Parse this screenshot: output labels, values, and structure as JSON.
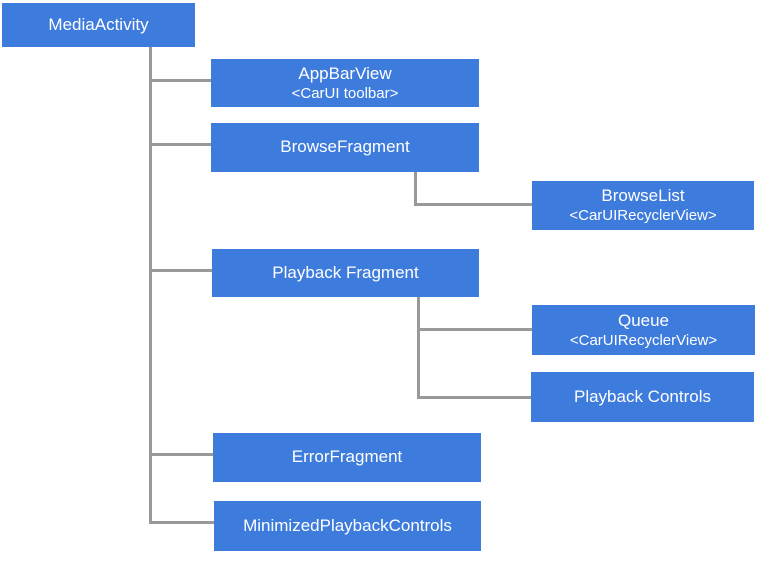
{
  "diagram": {
    "colors": {
      "node_fill": "#3d7bdd",
      "node_text": "#ffffff",
      "connector": "#999999",
      "background": "#ffffff"
    },
    "nodes": {
      "media_activity": {
        "label": "MediaActivity"
      },
      "app_bar_view": {
        "label": "AppBarView",
        "sublabel": "<CarUI toolbar>"
      },
      "browse_fragment": {
        "label": "BrowseFragment"
      },
      "browse_list": {
        "label": "BrowseList",
        "sublabel": "<CarUIRecyclerView>"
      },
      "playback_fragment": {
        "label": "Playback Fragment"
      },
      "queue": {
        "label": "Queue",
        "sublabel": "<CarUIRecyclerView>"
      },
      "playback_controls": {
        "label": "Playback Controls"
      },
      "error_fragment": {
        "label": "ErrorFragment"
      },
      "minimized_playback_controls": {
        "label": "MinimizedPlaybackControls"
      }
    },
    "edges": [
      [
        "MediaActivity",
        "AppBarView"
      ],
      [
        "MediaActivity",
        "BrowseFragment"
      ],
      [
        "MediaActivity",
        "Playback Fragment"
      ],
      [
        "MediaActivity",
        "ErrorFragment"
      ],
      [
        "MediaActivity",
        "MinimizedPlaybackControls"
      ],
      [
        "BrowseFragment",
        "BrowseList"
      ],
      [
        "Playback Fragment",
        "Queue"
      ],
      [
        "Playback Fragment",
        "Playback Controls"
      ]
    ]
  }
}
